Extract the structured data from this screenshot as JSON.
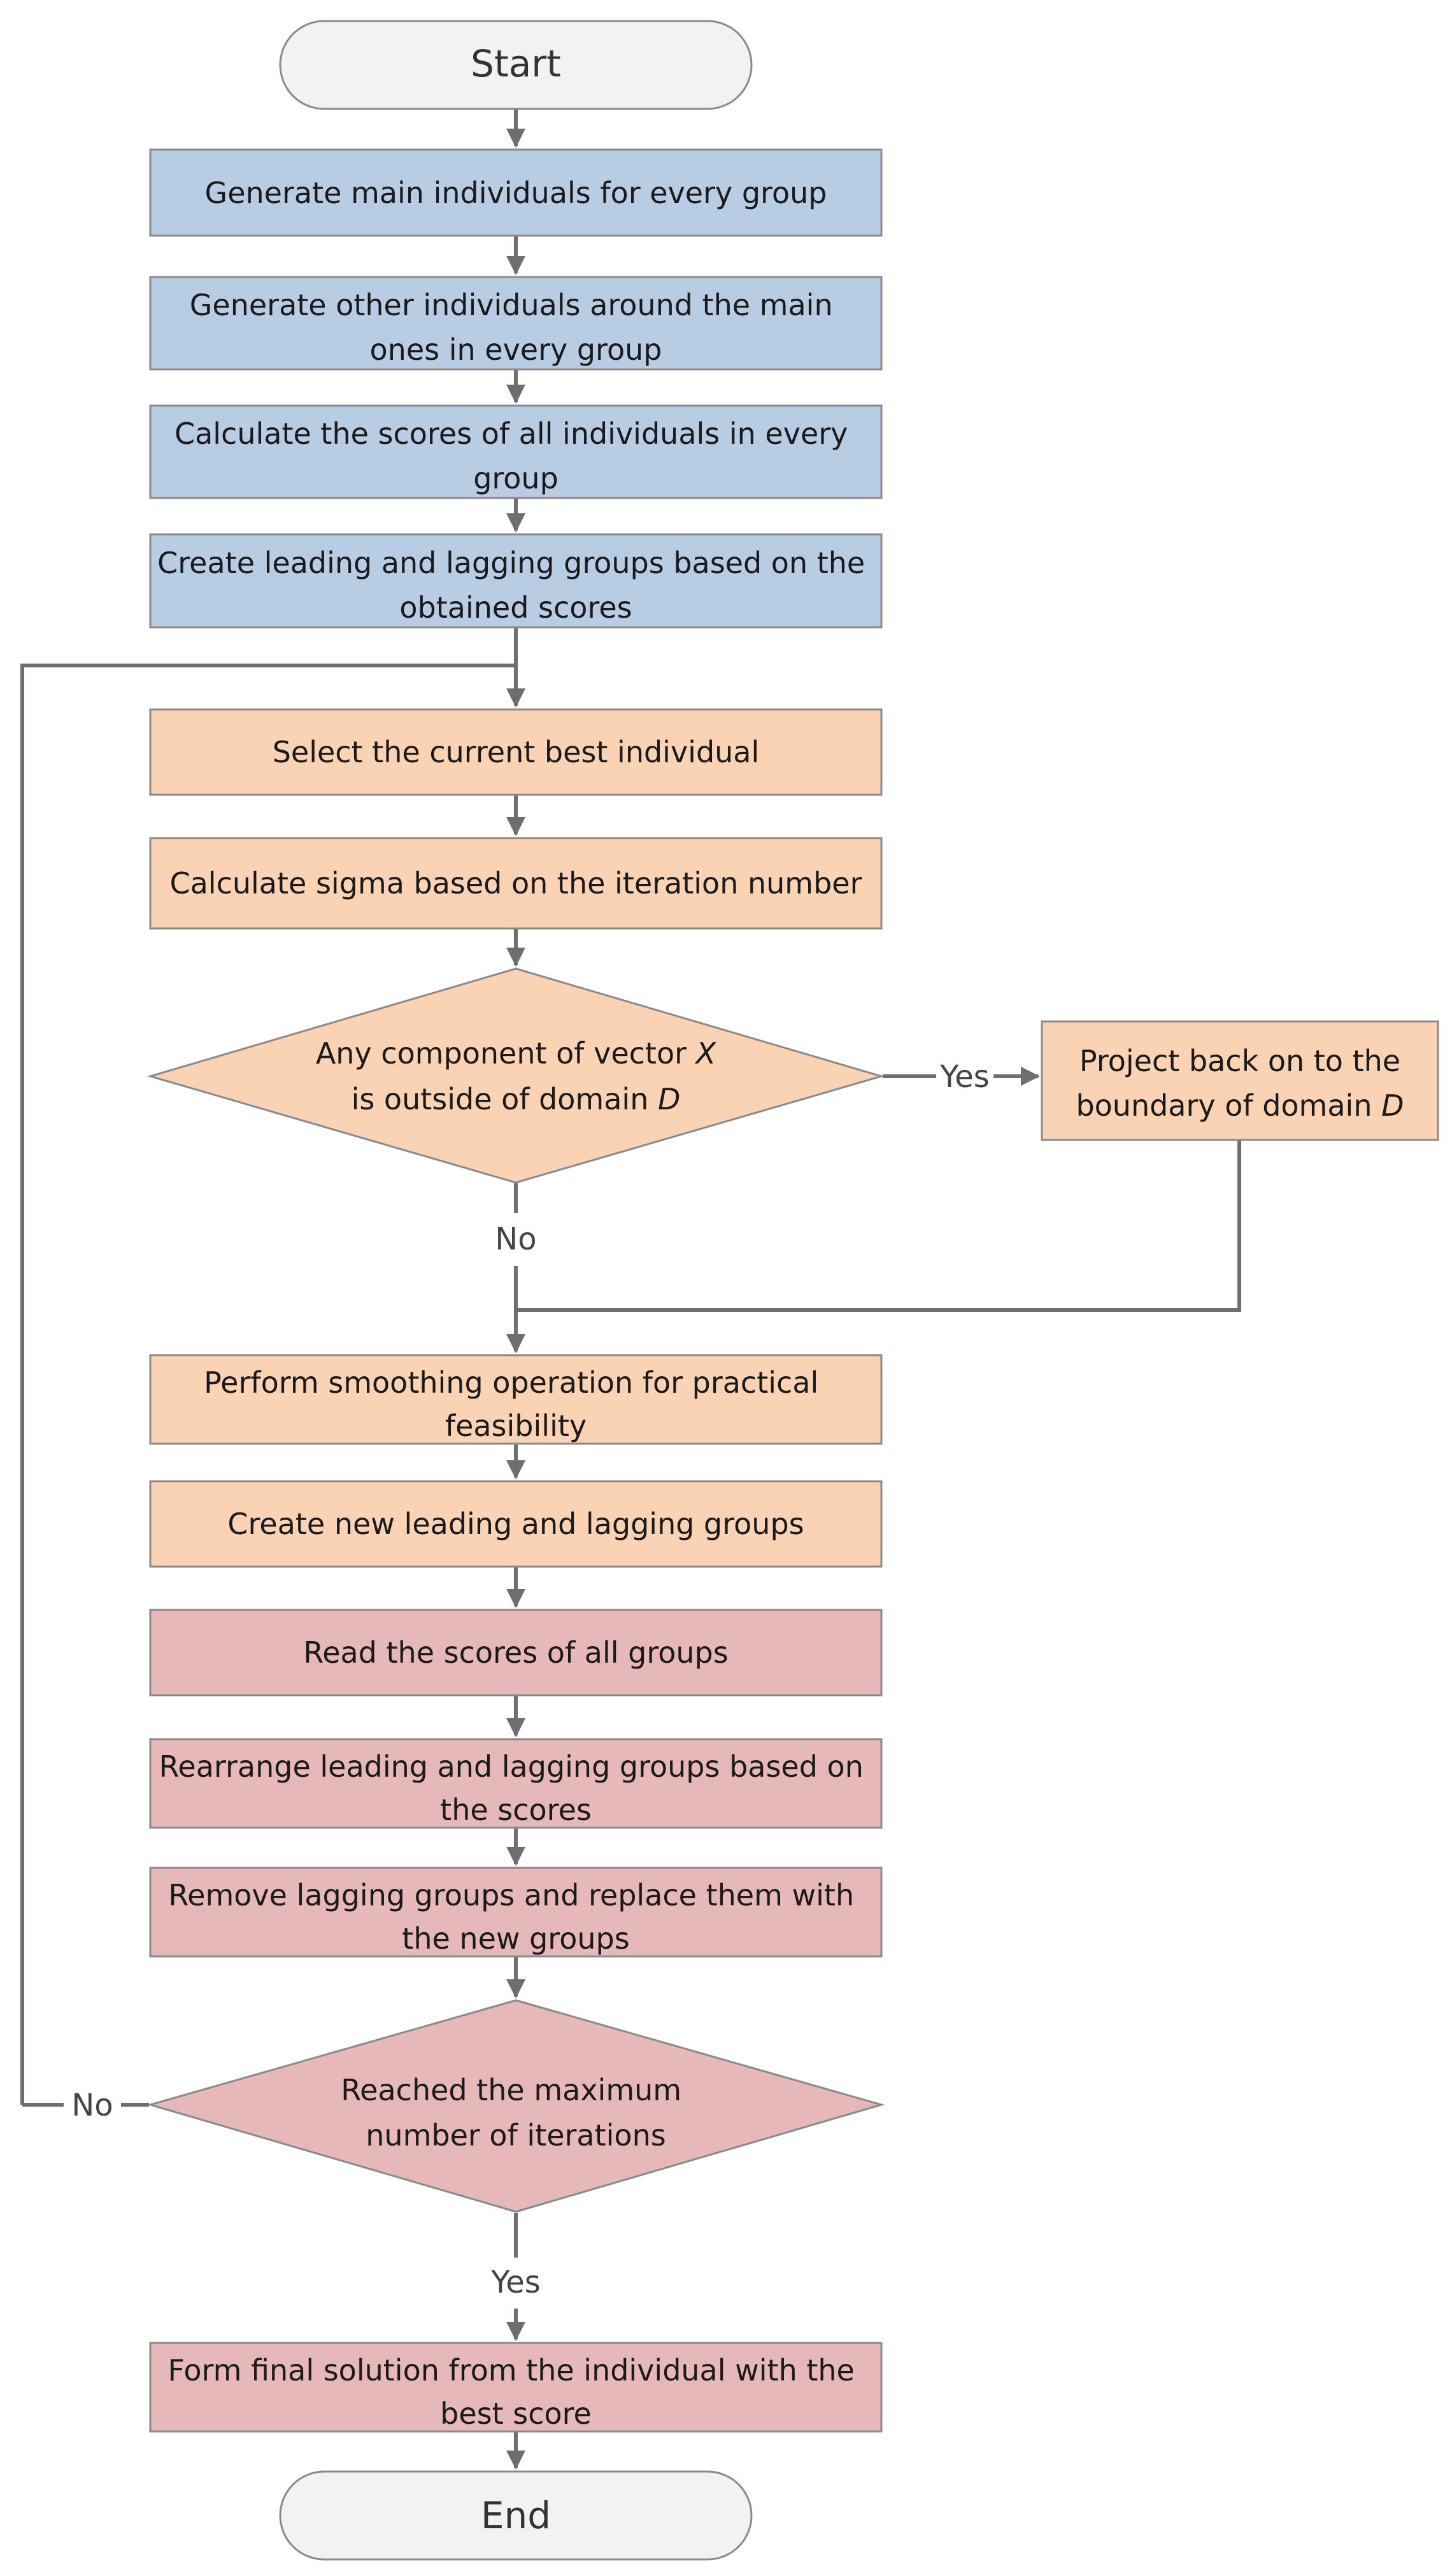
{
  "colors": {
    "blue": "#b8cce4",
    "orange": "#fad2b4",
    "red": "#e6b8b9",
    "terminal": "#f2f2f2",
    "line": "#6e6e6e"
  },
  "nodes": {
    "start": "Start",
    "generate_main": "Generate main individuals for every group",
    "generate_other": [
      "Generate other individuals around the main",
      "ones in every group"
    ],
    "calculate_scores": [
      "Calculate the scores of all individuals in every",
      "group"
    ],
    "create_groups": [
      "Create leading and lagging groups based on the",
      "obtained scores"
    ],
    "select_best": "Select the current best individual",
    "calculate_sigma": "Calculate sigma based on the iteration number",
    "domain_check": {
      "line1_prefix": "Any component of vector ",
      "line1_var": "X",
      "line2_prefix": "is outside of domain ",
      "line2_var": "D"
    },
    "project_back": {
      "line1": "Project back on to the",
      "line2_prefix": "boundary of domain ",
      "line2_var": "D"
    },
    "smoothing": [
      "Perform smoothing operation for practical",
      "feasibility"
    ],
    "create_new_groups": "Create new leading and lagging groups",
    "read_scores": "Read the scores of all groups",
    "rearrange": [
      "Rearrange leading and lagging groups based on",
      "the scores"
    ],
    "remove_lagging": [
      "Remove lagging groups and replace them with",
      "the new groups"
    ],
    "max_iterations": [
      "Reached the maximum",
      "number of iterations"
    ],
    "final_solution": [
      "Form final solution from the individual with the",
      "best score"
    ],
    "end": "End"
  },
  "edge_labels": {
    "domain_yes": "Yes",
    "domain_no": "No",
    "iter_no": "No",
    "iter_yes": "Yes"
  }
}
